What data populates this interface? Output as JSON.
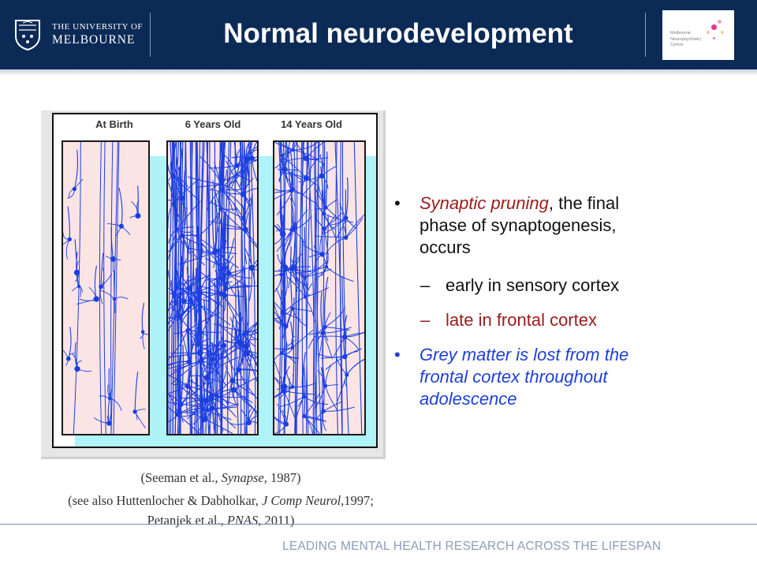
{
  "header": {
    "university_line1": "THE UNIVERSITY OF",
    "university_line2": "MELBOURNE",
    "title": "Normal neurodevelopment",
    "centre_line1": "Melbourne",
    "centre_line2": "Neuropsychiatry",
    "centre_line3": "Centre"
  },
  "figure": {
    "labels": [
      "At Birth",
      "6 Years Old",
      "14 Years Old"
    ]
  },
  "caption": {
    "line1_pre": "(Seeman et al., ",
    "line1_journal": "Synapse",
    "line1_post": ", 1987)",
    "line2_pre": "(see also Huttenlocher & Dabholkar, ",
    "line2_journal": "J Comp Neurol",
    "line2_post": ",1997;",
    "line3_pre": "Petanjek et al., ",
    "line3_journal": "PNAS",
    "line3_post": ", 2011)"
  },
  "bullets": {
    "b1_marker": "•",
    "b1_emph": "Synaptic pruning",
    "b1_line1_rest": ", the final",
    "b1_line2": "phase of synaptogenesis,",
    "b1_line3": "occurs",
    "s1_marker": "–",
    "s1_text": "early in sensory cortex",
    "s2_marker": "–",
    "s2_text": "late in frontal cortex",
    "b2_marker": "•",
    "b2_line1": "Grey matter is lost from the",
    "b2_line2": "frontal cortex throughout",
    "b2_line3": "adolescence"
  },
  "footer": {
    "tagline": "LEADING MENTAL HEALTH RESEARCH ACROSS THE LIFESPAN"
  },
  "colors": {
    "header_bg": "#0c2a56",
    "emphasis_red": "#9b1b1b",
    "emphasis_blue": "#1f3fd6",
    "neuron_blue": "#1b3fe0",
    "panel_pink": "#fbe4e4"
  }
}
